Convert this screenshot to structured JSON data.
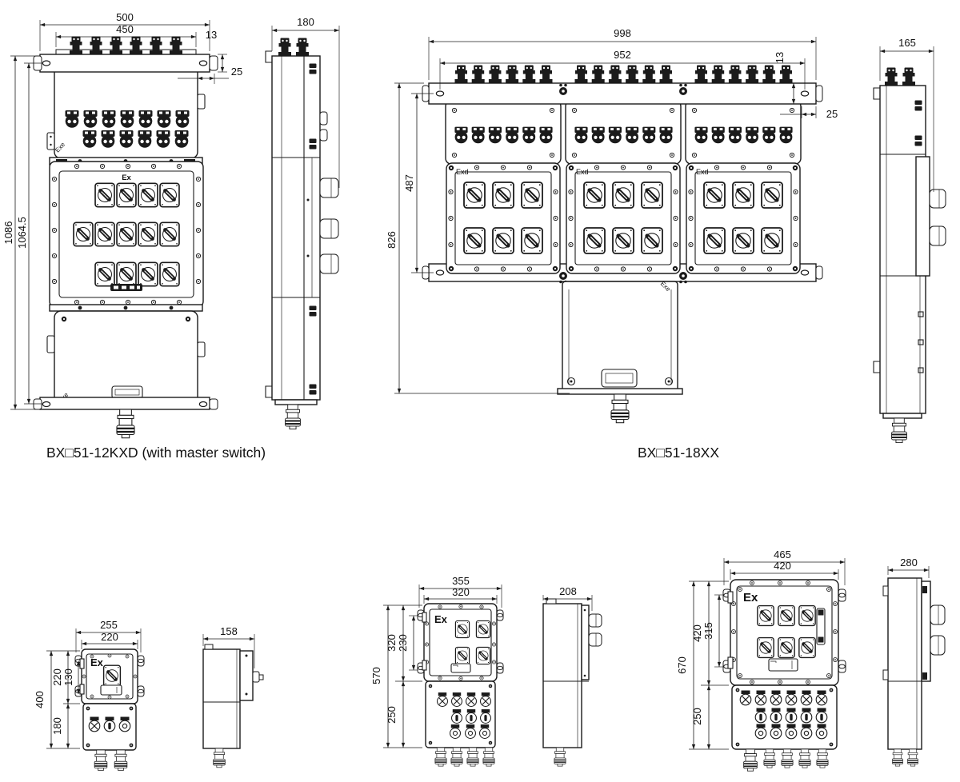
{
  "page": {
    "background": "#ffffff",
    "line_color": "#1b1b1b",
    "description": "dimensional drawing sheet of explosion-proof distribution boxes"
  },
  "d1": {
    "model": "BX□51-12KXD (with master switch)",
    "front_dims": {
      "width_overall": "500",
      "width_gland_plate": "450",
      "hole_offset": "13",
      "bracket": "25",
      "height_overall": "1086",
      "height_mounting": "1064.5"
    },
    "side_dims": {
      "depth": "180"
    },
    "labels": {
      "ex": "Ex",
      "exe_top": "Exe",
      "exe_bottom": "Exe"
    }
  },
  "d2": {
    "model": "BX□51-18XX",
    "front_dims": {
      "width_overall": "998",
      "width_mounting": "952",
      "hole_offset": "13",
      "bracket": "25",
      "height_mounting": "487",
      "height_overall": "826"
    },
    "side_dims": {
      "depth": "165"
    },
    "labels": {
      "exd": "Exd",
      "exe": "Exe"
    }
  },
  "d3": {
    "front_dims": {
      "width_overall": "255",
      "width_cover": "220",
      "height_overall": "400",
      "height_upper": "220",
      "hole_span": "130",
      "height_lower": "180"
    },
    "side_dims": {
      "depth": "158"
    },
    "labels": {
      "ex": "Ex"
    }
  },
  "d4": {
    "front_dims": {
      "width_overall": "355",
      "width_cover": "320",
      "height_overall": "570",
      "height_upper": "320",
      "hole_span": "230",
      "height_lower": "250"
    },
    "side_dims": {
      "depth": "208"
    },
    "labels": {
      "ex": "Ex"
    }
  },
  "d5": {
    "front_dims": {
      "width_overall": "465",
      "width_cover": "420",
      "height_overall": "670",
      "height_upper": "420",
      "hole_span": "315",
      "height_lower": "250"
    },
    "side_dims": {
      "depth": "280"
    },
    "labels": {
      "ex": "Ex"
    }
  }
}
